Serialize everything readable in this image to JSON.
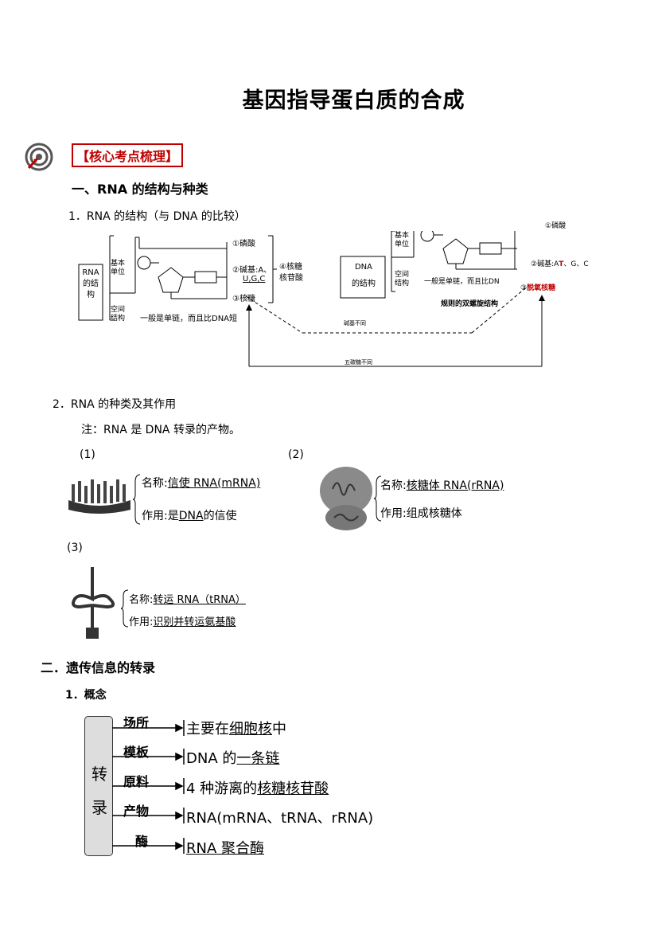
{
  "title": "基因指导蛋白质的合成",
  "badge": "【核心考点梳理】",
  "section1": {
    "heading": "一、RNA 的结构与种类",
    "sub1": "1．RNA 的结构（与 DNA 的比较）",
    "rna_diagram": {
      "box": "RNA的结构",
      "basic_unit": "基本单位",
      "space_structure": "空间结构",
      "item1": "①磷酸",
      "item2a": "②碱基:A、",
      "item2b": "U,G,C",
      "item3": "③核糖",
      "item4a": "④核糖",
      "item4b": "核苷酸",
      "single_chain": "一般是单链，而且比DNA短"
    },
    "dna_diagram": {
      "box_line1": "DNA",
      "box_line2": "的结构",
      "basic_unit": "基本单位",
      "space_structure": "空间结构",
      "single_chain": "一般是单链，而且比DN",
      "item1": "①磷酸",
      "item2_prefix": "②碱基:",
      "item2_A": "A",
      "item2_T": "T",
      "item2_rest": "、G、C",
      "item3_num": "③",
      "item3": "脱氧核糖",
      "helix": "规则的双螺旋结构"
    },
    "diff_base": "碱基不同",
    "diff_sugar": "五碳糖不同",
    "sub2": "2．RNA 的种类及其作用",
    "note": "注：RNA 是 DNA 转录的产物。",
    "types": [
      {
        "num": "(1)",
        "name_label": "名称:",
        "name": "信使 RNA(mRNA)",
        "func_label": "作用:",
        "func_pre": "是",
        "func_u": "DNA",
        "func_post": "的信使"
      },
      {
        "num": "(2)",
        "name_label": "名称:",
        "name": "核糖体 RNA(rRNA)",
        "func_label": "作用:",
        "func": "组成核糖体"
      },
      {
        "num": "(3)",
        "name_label": "名称:",
        "name": "转运 RNA（tRNA）",
        "func_label": "作用:",
        "func": "识别并转运氨基酸"
      }
    ]
  },
  "section2": {
    "heading": "二．遗传信息的转录",
    "sub1": "1．概念",
    "center_top": "转",
    "center_bottom": "录",
    "rows": [
      {
        "label": "场所",
        "value_pre": "主要在",
        "value_u": "细胞核",
        "value_post": "中"
      },
      {
        "label": "模板",
        "value_pre": "DNA 的",
        "value_u": "一条链",
        "value_post": ""
      },
      {
        "label": "原料",
        "value_pre": "4 种游离的",
        "value_u": "核糖核苷酸",
        "value_post": ""
      },
      {
        "label": "产物",
        "value_pre": "RNA(mRNA、tRNA、rRNA)",
        "value_u": "",
        "value_post": ""
      },
      {
        "label": "酶",
        "value_pre": "",
        "value_u": "RNA 聚合酶",
        "value_post": ""
      }
    ]
  }
}
